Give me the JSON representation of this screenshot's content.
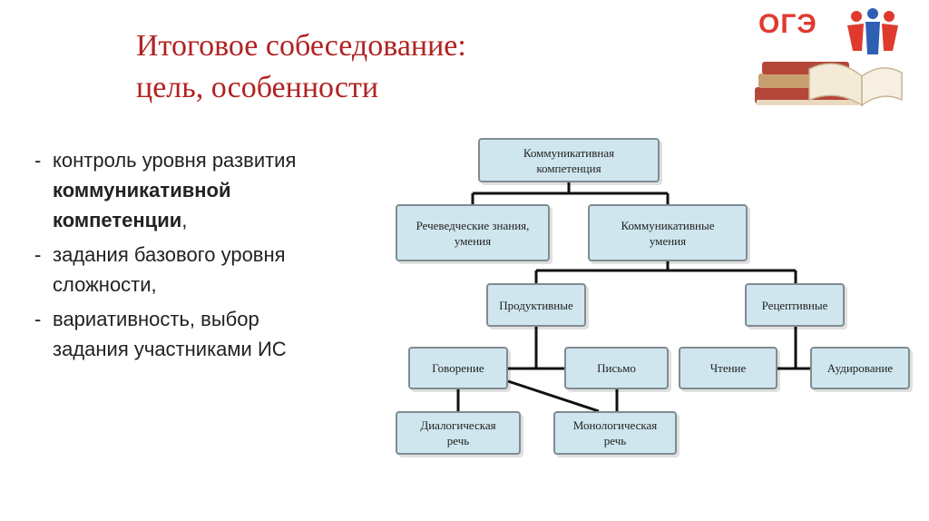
{
  "title": {
    "line1": "Итоговое собеседование:",
    "line2": "цель, особенности"
  },
  "logo": {
    "text": "ОГЭ"
  },
  "bullets": [
    {
      "dash": "-",
      "text_before": "контроль уровня развития ",
      "text_bold": "коммуникативной компетенции",
      "text_after": ","
    },
    {
      "dash": "-",
      "text": "задания базового уровня сложности,"
    },
    {
      "dash": "-",
      "text": "вариативность, выбор задания участниками ИС"
    }
  ],
  "diagram": {
    "root": "Коммуникативная\nкомпетенция",
    "knowledge": "Речеведческие знания,\nумения",
    "skills": "Коммуникативные\nумения",
    "productive": "Продуктивные",
    "receptive": "Рецептивные",
    "speaking": "Говорение",
    "writing": "Письмо",
    "reading": "Чтение",
    "listening": "Аудирование",
    "dialogic": "Диалогическая\nречь",
    "monologic": "Монологическая\nречь"
  }
}
